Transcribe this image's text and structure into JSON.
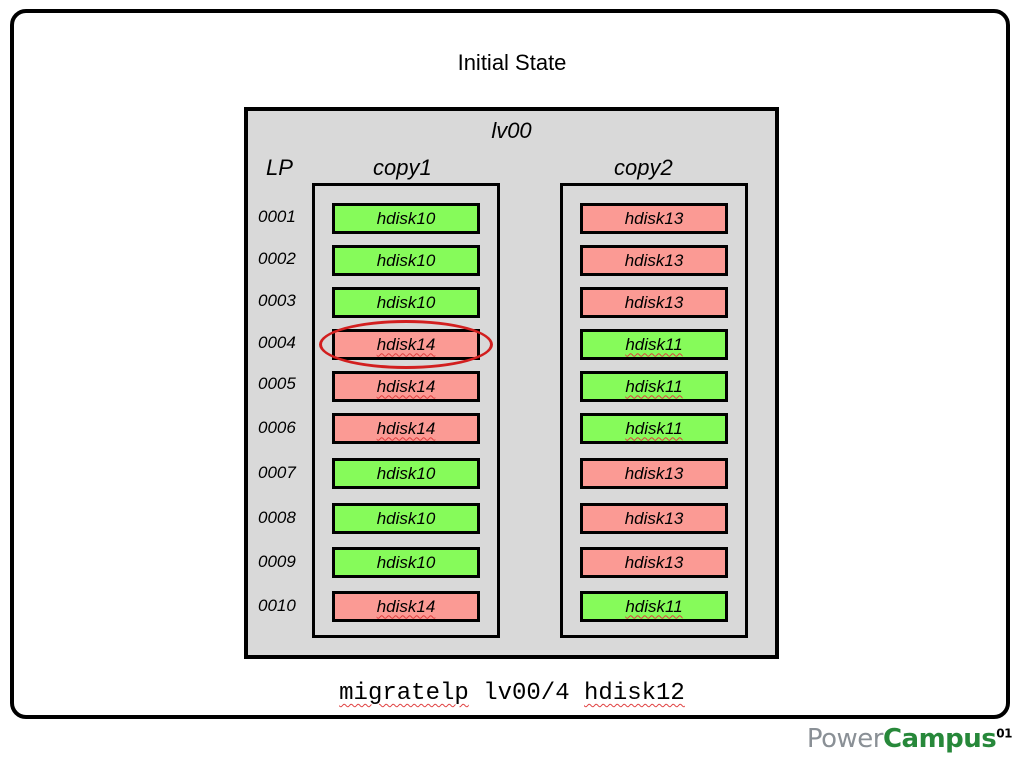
{
  "title": "Initial State",
  "lv_name": "lv00",
  "headers": {
    "lp": "LP",
    "copy1": "copy1",
    "copy2": "copy2"
  },
  "rows": [
    {
      "lp": "0001",
      "copy1": {
        "disk": "hdisk10",
        "status": "green"
      },
      "copy2": {
        "disk": "hdisk13",
        "status": "red"
      }
    },
    {
      "lp": "0002",
      "copy1": {
        "disk": "hdisk10",
        "status": "green"
      },
      "copy2": {
        "disk": "hdisk13",
        "status": "red"
      }
    },
    {
      "lp": "0003",
      "copy1": {
        "disk": "hdisk10",
        "status": "green"
      },
      "copy2": {
        "disk": "hdisk13",
        "status": "red"
      }
    },
    {
      "lp": "0004",
      "copy1": {
        "disk": "hdisk14",
        "status": "red"
      },
      "copy2": {
        "disk": "hdisk11",
        "status": "green"
      }
    },
    {
      "lp": "0005",
      "copy1": {
        "disk": "hdisk14",
        "status": "red"
      },
      "copy2": {
        "disk": "hdisk11",
        "status": "green"
      }
    },
    {
      "lp": "0006",
      "copy1": {
        "disk": "hdisk14",
        "status": "red"
      },
      "copy2": {
        "disk": "hdisk11",
        "status": "green"
      }
    },
    {
      "lp": "0007",
      "copy1": {
        "disk": "hdisk10",
        "status": "green"
      },
      "copy2": {
        "disk": "hdisk13",
        "status": "red"
      }
    },
    {
      "lp": "0008",
      "copy1": {
        "disk": "hdisk10",
        "status": "green"
      },
      "copy2": {
        "disk": "hdisk13",
        "status": "red"
      }
    },
    {
      "lp": "0009",
      "copy1": {
        "disk": "hdisk10",
        "status": "green"
      },
      "copy2": {
        "disk": "hdisk13",
        "status": "red"
      }
    },
    {
      "lp": "0010",
      "copy1": {
        "disk": "hdisk14",
        "status": "red"
      },
      "copy2": {
        "disk": "hdisk11",
        "status": "green"
      }
    }
  ],
  "highlighted_lp": "0004",
  "command": {
    "cmd": "migratelp",
    "lv_arg": "lv00/4",
    "target": "hdisk12"
  },
  "brand": {
    "power": "Power",
    "campus": "Campus",
    "suffix": "01"
  },
  "colors": {
    "green": "#86fb5a",
    "red": "#fb9a94",
    "highlight": "#d21f1f",
    "brand_green": "#27883a",
    "brand_gray": "#8a9096"
  }
}
